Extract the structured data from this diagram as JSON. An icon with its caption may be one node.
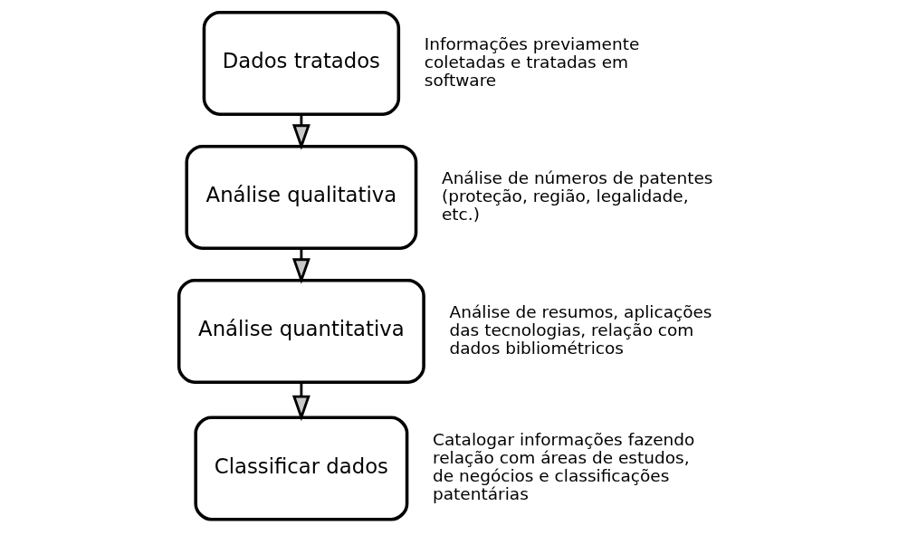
{
  "diagram": {
    "nodes": [
      {
        "text": [
          "Dados tratados"
        ],
        "beside": [
          "Informações previamente coletadas e tratadas em software"
        ]
      },
      {
        "text": [
          "Análise qualitativa"
        ],
        "beside": [
          "Análise de números de patentes (proteção, região, legalidade, etc.)"
        ]
      },
      {
        "text": [
          "Análise quantitativa"
        ],
        "beside": [
          "Análise de resumos, aplicações das tecnologias, relação com dados bibliométricos"
        ]
      },
      {
        "text": [
          "Classificar dados"
        ],
        "beside": [
          "Catalogar informações fazendo relação com áreas de estudos, de negócios e classificações patentárias"
        ]
      }
    ],
    "edges": [
      {
        "from": 0,
        "to": 1,
        "arrow": "to"
      },
      {
        "from": 1,
        "to": 2,
        "arrow": "to"
      },
      {
        "from": 2,
        "to": 3,
        "arrow": "to"
      }
    ]
  }
}
